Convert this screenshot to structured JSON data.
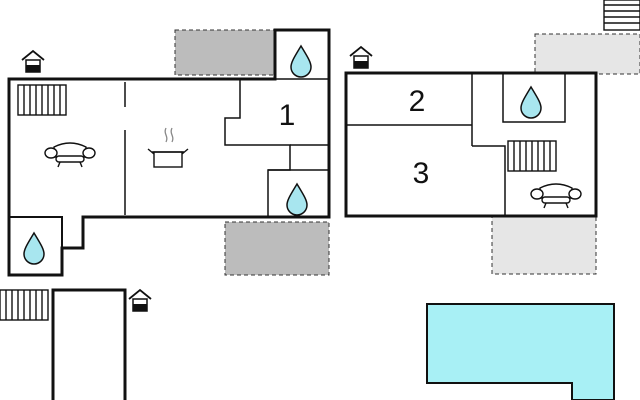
{
  "floorplan": {
    "room_numbers": {
      "room_1": "1",
      "room_2": "2",
      "room_3": "3"
    },
    "icons": {
      "water_drop": "water-drop-icon",
      "entrance": "house-entrance-icon",
      "sofa": "sofa-icon",
      "cooking_pot": "cooking-pot-icon",
      "heater": "radiator-icon",
      "stairs": "stairs-icon"
    },
    "colors": {
      "wall": "#111111",
      "water_drop": "#a8e6ef",
      "pool": "#a8f0f5",
      "terrace_gray": "#bcbcbc",
      "terrace_light": "#e6e6e6"
    }
  }
}
